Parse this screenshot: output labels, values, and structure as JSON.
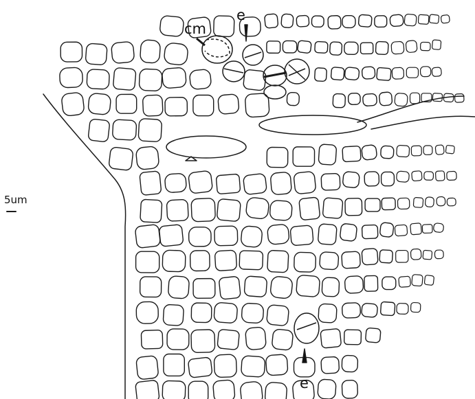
{
  "labels": {
    "cm": "cm",
    "e_top": "e",
    "e_bottom": "e",
    "scale": "5um"
  },
  "colors": {
    "line": "#1a1a1a",
    "background": "#ffffff"
  }
}
